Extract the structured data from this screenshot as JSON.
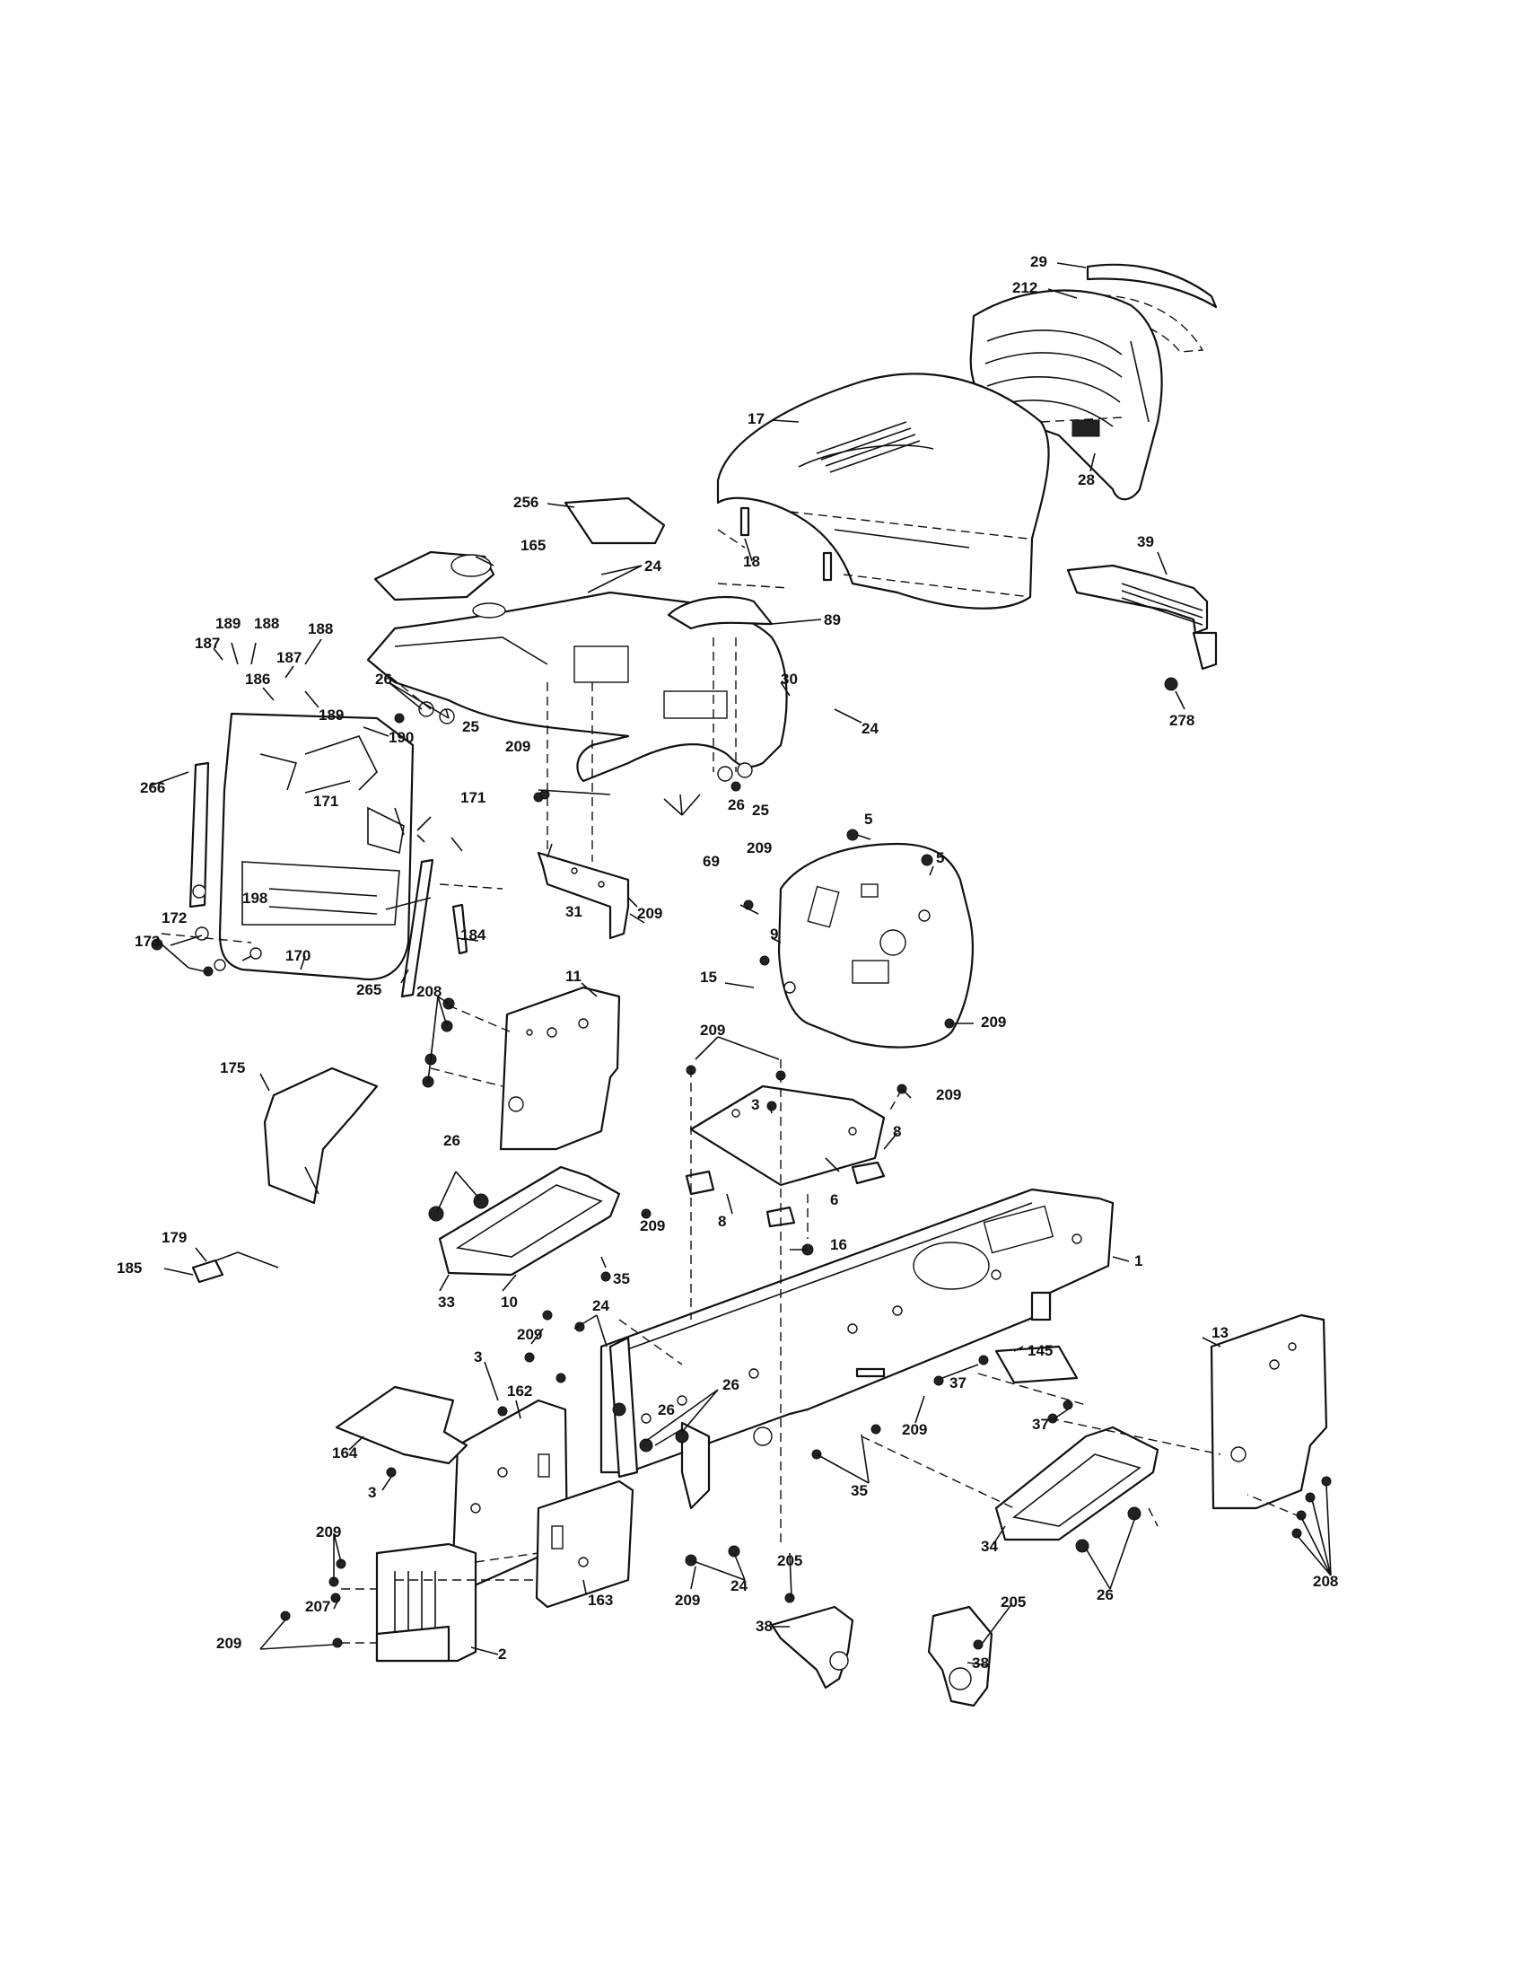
{
  "labels": [
    {
      "name": "part-label-29",
      "text": "29"
    },
    {
      "name": "part-label-212",
      "text": "212"
    },
    {
      "name": "part-label-17",
      "text": "17"
    },
    {
      "name": "part-label-28",
      "text": "28"
    },
    {
      "name": "part-label-256",
      "text": "256"
    },
    {
      "name": "part-label-165",
      "text": "165"
    },
    {
      "name": "part-label-18",
      "text": "18"
    },
    {
      "name": "part-label-24-a",
      "text": "24"
    },
    {
      "name": "part-label-39",
      "text": "39"
    },
    {
      "name": "part-label-89",
      "text": "89"
    },
    {
      "name": "part-label-189-a",
      "text": "189"
    },
    {
      "name": "part-label-188-a",
      "text": "188"
    },
    {
      "name": "part-label-187-a",
      "text": "187"
    },
    {
      "name": "part-label-188-b",
      "text": "188"
    },
    {
      "name": "part-label-187-b",
      "text": "187"
    },
    {
      "name": "part-label-186",
      "text": "186"
    },
    {
      "name": "part-label-189-b",
      "text": "189"
    },
    {
      "name": "part-label-26-a",
      "text": "26"
    },
    {
      "name": "part-label-25-a",
      "text": "25"
    },
    {
      "name": "part-label-30",
      "text": "30"
    },
    {
      "name": "part-label-24-b",
      "text": "24"
    },
    {
      "name": "part-label-278",
      "text": "278"
    },
    {
      "name": "part-label-190",
      "text": "190"
    },
    {
      "name": "part-label-266",
      "text": "266"
    },
    {
      "name": "part-label-209-a",
      "text": "209"
    },
    {
      "name": "part-label-171-a",
      "text": "171"
    },
    {
      "name": "part-label-171-b",
      "text": "171"
    },
    {
      "name": "part-label-26-b",
      "text": "26"
    },
    {
      "name": "part-label-25-b",
      "text": "25"
    },
    {
      "name": "part-label-5-a",
      "text": "5"
    },
    {
      "name": "part-label-5-b",
      "text": "5"
    },
    {
      "name": "part-label-69",
      "text": "69"
    },
    {
      "name": "part-label-209-b",
      "text": "209"
    },
    {
      "name": "part-label-198",
      "text": "198"
    },
    {
      "name": "part-label-31",
      "text": "31"
    },
    {
      "name": "part-label-209-c",
      "text": "209"
    },
    {
      "name": "part-label-172",
      "text": "172"
    },
    {
      "name": "part-label-173",
      "text": "173"
    },
    {
      "name": "part-label-170",
      "text": "170"
    },
    {
      "name": "part-label-184",
      "text": "184"
    },
    {
      "name": "part-label-9",
      "text": "9"
    },
    {
      "name": "part-label-11",
      "text": "11"
    },
    {
      "name": "part-label-15",
      "text": "15"
    },
    {
      "name": "part-label-265",
      "text": "265"
    },
    {
      "name": "part-label-208-a",
      "text": "208"
    },
    {
      "name": "part-label-209-d",
      "text": "209"
    },
    {
      "name": "part-label-209-e",
      "text": "209"
    },
    {
      "name": "part-label-175",
      "text": "175"
    },
    {
      "name": "part-label-209-f",
      "text": "209"
    },
    {
      "name": "part-label-3-a",
      "text": "3"
    },
    {
      "name": "part-label-26-c",
      "text": "26"
    },
    {
      "name": "part-label-8-a",
      "text": "8"
    },
    {
      "name": "part-label-6",
      "text": "6"
    },
    {
      "name": "part-label-8-b",
      "text": "8"
    },
    {
      "name": "part-label-209-g",
      "text": "209"
    },
    {
      "name": "part-label-16",
      "text": "16"
    },
    {
      "name": "part-label-179",
      "text": "179"
    },
    {
      "name": "part-label-1",
      "text": "1"
    },
    {
      "name": "part-label-185",
      "text": "185"
    },
    {
      "name": "part-label-35-a",
      "text": "35"
    },
    {
      "name": "part-label-33",
      "text": "33"
    },
    {
      "name": "part-label-10",
      "text": "10"
    },
    {
      "name": "part-label-24-c",
      "text": "24"
    },
    {
      "name": "part-label-209-h",
      "text": "209"
    },
    {
      "name": "part-label-13",
      "text": "13"
    },
    {
      "name": "part-label-145",
      "text": "145"
    },
    {
      "name": "part-label-3-b",
      "text": "3"
    },
    {
      "name": "part-label-37-a",
      "text": "37"
    },
    {
      "name": "part-label-162",
      "text": "162"
    },
    {
      "name": "part-label-26-d",
      "text": "26"
    },
    {
      "name": "part-label-26-e",
      "text": "26"
    },
    {
      "name": "part-label-37-b",
      "text": "37"
    },
    {
      "name": "part-label-164",
      "text": "164"
    },
    {
      "name": "part-label-209-i",
      "text": "209"
    },
    {
      "name": "part-label-3-c",
      "text": "3"
    },
    {
      "name": "part-label-35-b",
      "text": "35"
    },
    {
      "name": "part-label-34",
      "text": "34"
    },
    {
      "name": "part-label-209-j",
      "text": "209"
    },
    {
      "name": "part-label-207",
      "text": "207"
    },
    {
      "name": "part-label-163",
      "text": "163"
    },
    {
      "name": "part-label-24-d",
      "text": "24"
    },
    {
      "name": "part-label-26-f",
      "text": "26"
    },
    {
      "name": "part-label-208-b",
      "text": "208"
    },
    {
      "name": "part-label-209-k",
      "text": "209"
    },
    {
      "name": "part-label-205-a",
      "text": "205"
    },
    {
      "name": "part-label-205-b",
      "text": "205"
    },
    {
      "name": "part-label-209-l",
      "text": "209"
    },
    {
      "name": "part-label-2",
      "text": "2"
    },
    {
      "name": "part-label-38-a",
      "text": "38"
    },
    {
      "name": "part-label-38-b",
      "text": "38"
    }
  ]
}
